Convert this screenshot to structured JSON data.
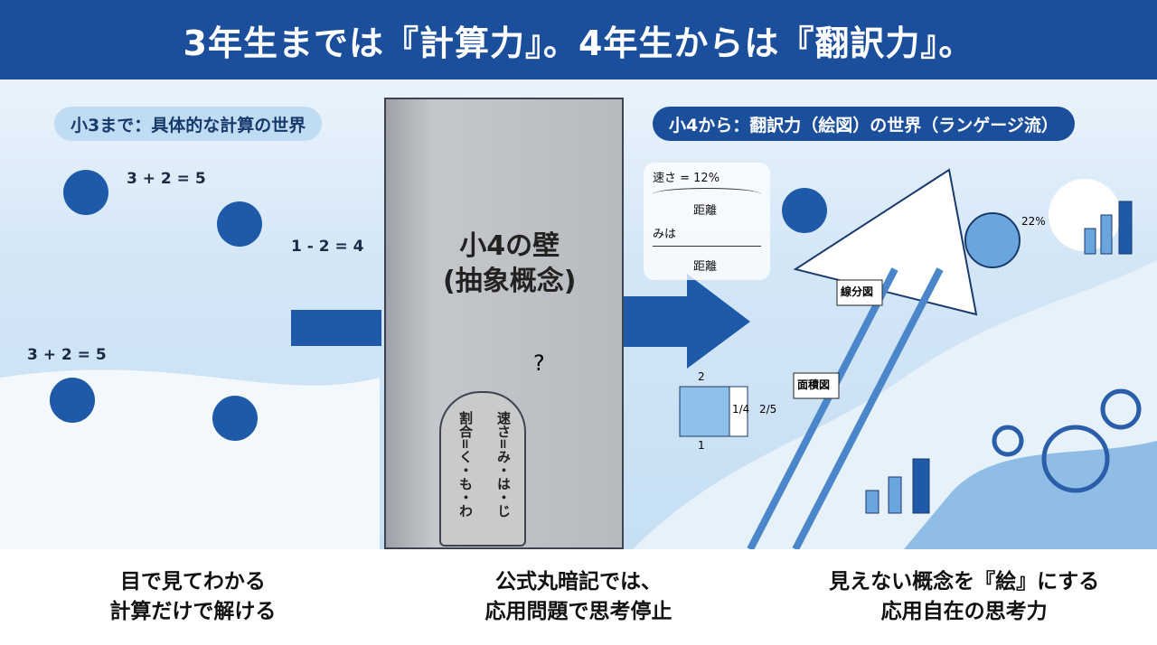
{
  "title": "3年生までは『計算力』。4年生からは『翻訳力』。",
  "left_section": {
    "label": "小3まで：具体的な計算の世界",
    "equations": [
      "3 + 2 = 5",
      "1 - 2 = 4",
      "3 + 2 = 5"
    ]
  },
  "wall": {
    "title_line1": "小4の壁",
    "title_line2": "(抽象概念)",
    "stone_line1": "速さ=み・は・じ",
    "stone_line2": "割合=く・も・わ",
    "question_mark": "?"
  },
  "right_section": {
    "label": "小4から：翻訳力（絵図）の世界（ランゲージ流）",
    "speed_label": "速さ = 12%",
    "distance_label": "距離",
    "miha_label": "みは",
    "distance_label2": "距離",
    "pie_label": "22%",
    "ladder_labels": [
      "線分図",
      "面積図"
    ],
    "area_fig": {
      "top": "2",
      "bottom": "1",
      "frac1": "1/4",
      "frac2": "2/5"
    }
  },
  "captions": [
    {
      "line1": "目で見てわかる",
      "line2": "計算だけで解ける"
    },
    {
      "line1": "公式丸暗記では、",
      "line2": "応用問題で思考停止"
    },
    {
      "line1": "見えない概念を『絵』にする",
      "line2": "応用自在の思考力"
    }
  ],
  "colors": {
    "header": "#1b4f9c",
    "accent": "#1e5aa8",
    "wall": "#b7babe"
  }
}
